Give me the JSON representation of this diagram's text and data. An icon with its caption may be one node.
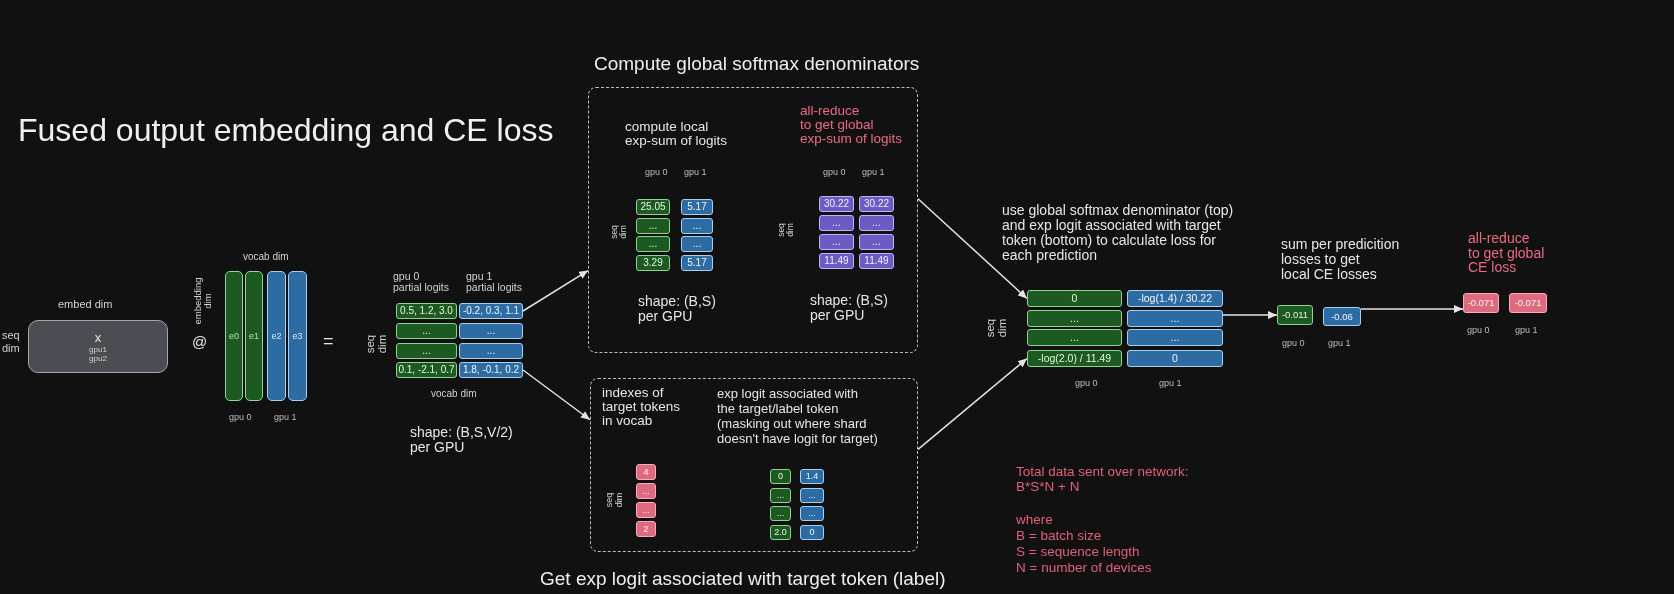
{
  "diagram": {
    "title": "Fused output embedding and CE loss",
    "nodes": [
      {
        "text": [
          "x",
          "gpu1",
          "gpu2"
        ],
        "beside": [
          "embed dim",
          "seq dim"
        ]
      },
      {
        "text": [
          "e0"
        ]
      },
      {
        "text": [
          "e1"
        ]
      },
      {
        "text": [
          "e2"
        ]
      },
      {
        "text": [
          "e3"
        ]
      },
      {
        "text": [
          "0.5, 1.2, 3.0"
        ]
      },
      {
        "text": [
          "-0.2, 0.3, 1.1"
        ]
      },
      {
        "text": [
          "..."
        ]
      },
      {
        "text": [
          "..."
        ]
      },
      {
        "text": [
          "..."
        ]
      },
      {
        "text": [
          "..."
        ]
      },
      {
        "text": [
          "0.1, -2.1, 0.7"
        ]
      },
      {
        "text": [
          "1.8, -0.1, 0.2"
        ]
      },
      {
        "text": [
          "Compute global softmax denominators"
        ]
      },
      {
        "text": [
          "25.05"
        ],
        "in": 13
      },
      {
        "text": [
          "5.17"
        ],
        "in": 13
      },
      {
        "text": [
          "..."
        ],
        "in": 13
      },
      {
        "text": [
          "..."
        ],
        "in": 13
      },
      {
        "text": [
          "..."
        ],
        "in": 13
      },
      {
        "text": [
          "..."
        ],
        "in": 13
      },
      {
        "text": [
          "3.29"
        ],
        "in": 13
      },
      {
        "text": [
          "5.17"
        ],
        "in": 13
      },
      {
        "text": [
          "30.22"
        ],
        "in": 13
      },
      {
        "text": [
          "30.22"
        ],
        "in": 13
      },
      {
        "text": [
          "..."
        ],
        "in": 13
      },
      {
        "text": [
          "..."
        ],
        "in": 13
      },
      {
        "text": [
          "..."
        ],
        "in": 13
      },
      {
        "text": [
          "..."
        ],
        "in": 13
      },
      {
        "text": [
          "11.49"
        ],
        "in": 13
      },
      {
        "text": [
          "11.49"
        ],
        "in": 13
      },
      {
        "text": [
          "Get exp logit associated with target token (label)"
        ]
      },
      {
        "text": [
          "4"
        ],
        "in": 30
      },
      {
        "text": [
          "..."
        ],
        "in": 30
      },
      {
        "text": [
          "..."
        ],
        "in": 30
      },
      {
        "text": [
          "2"
        ],
        "in": 30
      },
      {
        "text": [
          "0"
        ],
        "in": 30
      },
      {
        "text": [
          "1.4"
        ],
        "in": 30
      },
      {
        "text": [
          "..."
        ],
        "in": 30
      },
      {
        "text": [
          "..."
        ],
        "in": 30
      },
      {
        "text": [
          "..."
        ],
        "in": 30
      },
      {
        "text": [
          "..."
        ],
        "in": 30
      },
      {
        "text": [
          "2.0"
        ],
        "in": 30
      },
      {
        "text": [
          "0"
        ],
        "in": 30
      },
      {
        "text": [
          "0"
        ]
      },
      {
        "text": [
          "-log(1.4) / 30.22"
        ]
      },
      {
        "text": [
          "..."
        ]
      },
      {
        "text": [
          "..."
        ]
      },
      {
        "text": [
          "..."
        ]
      },
      {
        "text": [
          "..."
        ]
      },
      {
        "text": [
          "-log(2.0) / 11.49"
        ]
      },
      {
        "text": [
          "0"
        ]
      },
      {
        "text": [
          "-0.011"
        ]
      },
      {
        "text": [
          "-0.06"
        ]
      },
      {
        "text": [
          "-0.071"
        ]
      },
      {
        "text": [
          "-0.071"
        ]
      }
    ],
    "edges": [
      {
        "from": 6,
        "to": 13,
        "arrow": "to"
      },
      {
        "from": 12,
        "to": 30,
        "arrow": "to"
      },
      {
        "from": 13,
        "to": 43,
        "arrow": "to"
      },
      {
        "from": 30,
        "to": 49,
        "arrow": "to"
      },
      {
        "from": 46,
        "to": 51,
        "arrow": "to"
      },
      {
        "from": 52,
        "to": 53,
        "arrow": "to"
      }
    ],
    "labels": [
      "@",
      "embedding dim",
      "vocab dim",
      "gpu 0",
      "gpu 1",
      "=",
      "gpu 0 partial logits",
      "gpu 1 partial logits",
      "seq dim",
      "vocab dim",
      "shape: (B,S,V/2) per GPU",
      "compute local exp-sum of logits",
      "all-reduce to get global exp-sum of logits",
      "gpu 0",
      "gpu 1",
      "gpu 0",
      "gpu 1",
      "seq dim",
      "seq dim",
      "shape: (B,S) per GPU",
      "shape: (B,S) per GPU",
      "indexes of target tokens in vocab",
      "exp logit associated with the target/label token (masking out where shard doesn't have logit for target)",
      "seq dim",
      "use global softmax denominator (top) and exp logit associated with target token (bottom) to calculate loss for each prediction",
      "seq dim",
      "gpu 0",
      "gpu 1",
      "sum per predicition losses to get local CE losses",
      "gpu 0",
      "gpu 1",
      "all-reduce to get global CE loss",
      "gpu 0",
      "gpu 1",
      "Total data sent over network:",
      "B*S*N + N",
      "where",
      "B = batch size",
      "S = sequence length",
      "N = number of devices"
    ]
  }
}
